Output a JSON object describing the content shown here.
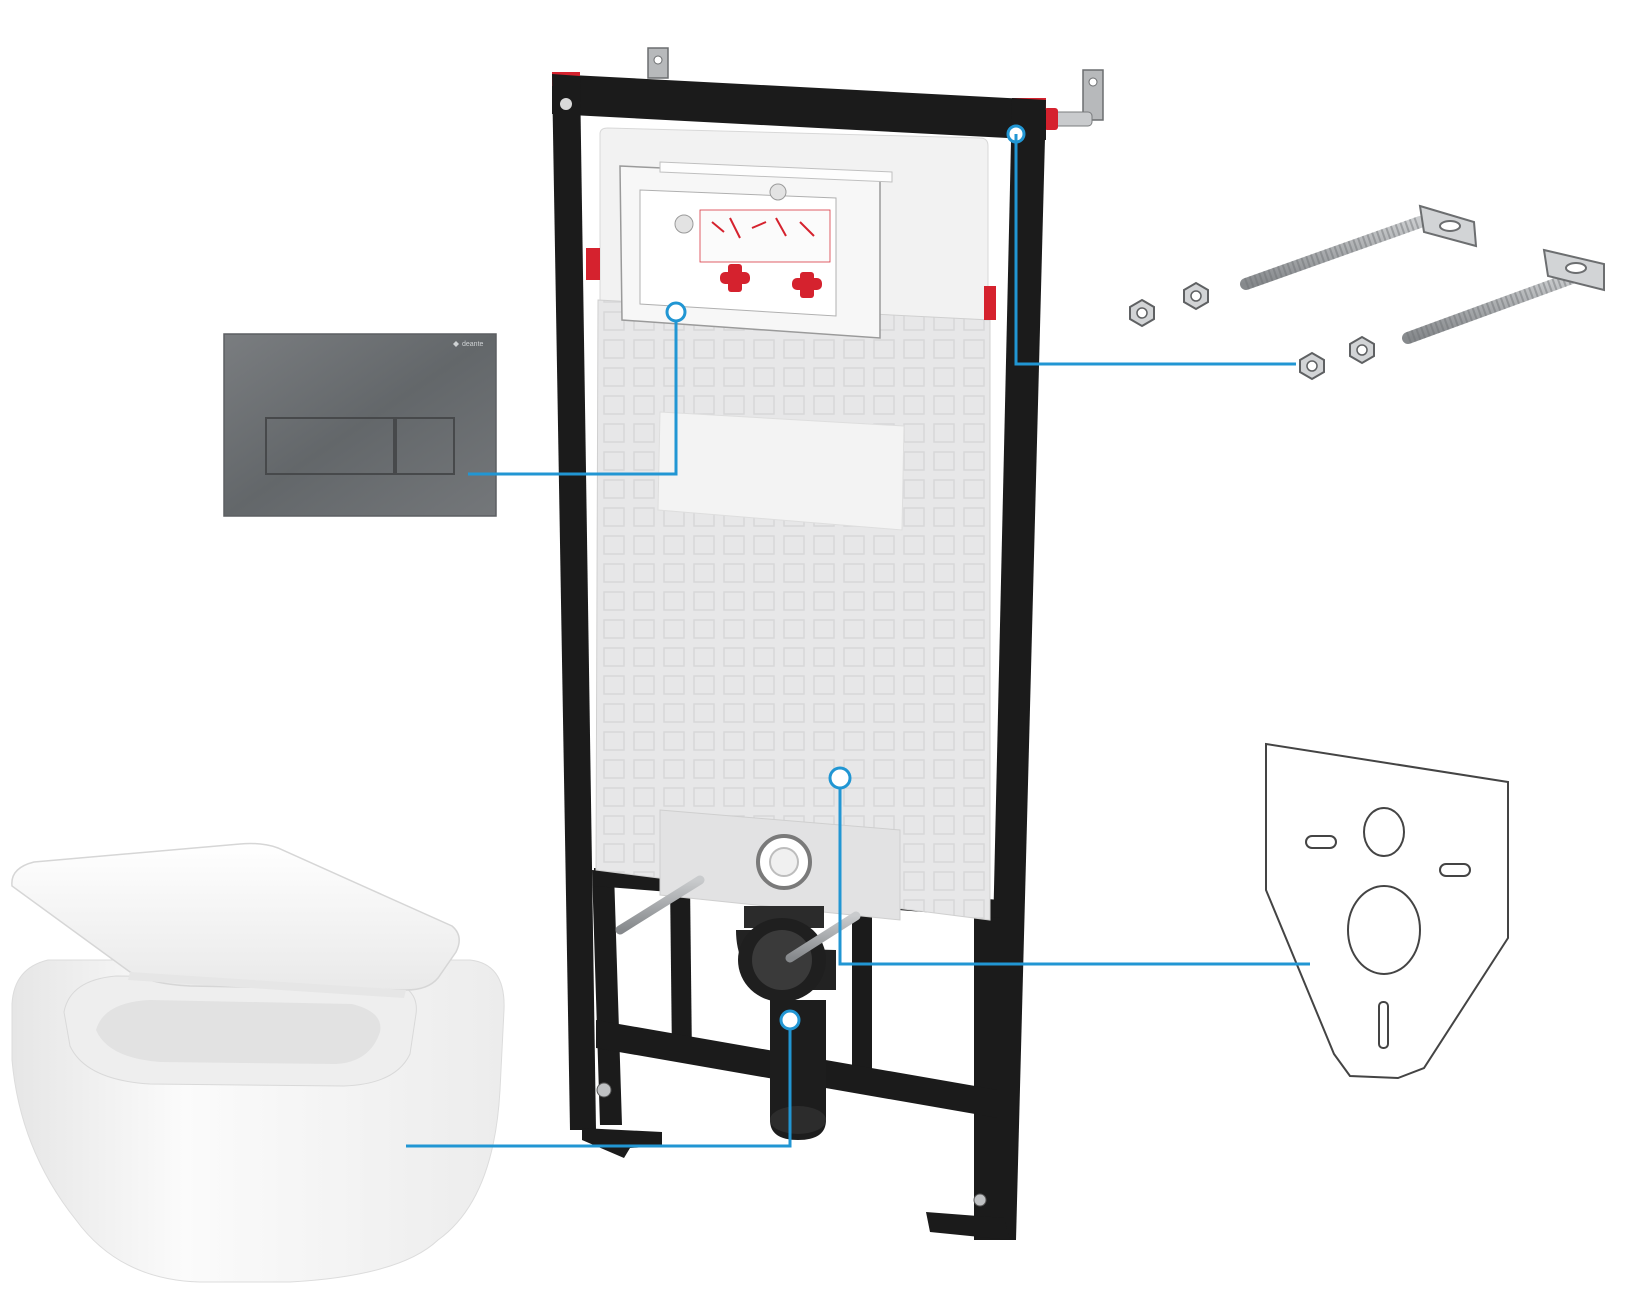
{
  "brand": {
    "logo_text": "deante"
  },
  "colors": {
    "background": "#ffffff",
    "frame": "#1b1b1b",
    "frame_edge": "#2e2e2e",
    "accent_red": "#d5222e",
    "tank_panel": "#e9e9ea",
    "tank_top": "#f4f4f4",
    "callout_line": "#2196d3",
    "flush_plate": "#6f7275",
    "ceramic": "#f7f7f7",
    "pad_outline": "#444444",
    "steel": "#a9abad"
  },
  "scene": {
    "components": [
      {
        "id": "installation-frame",
        "icon": "frame-icon"
      },
      {
        "id": "flush-plate",
        "icon": "flush-button-icon"
      },
      {
        "id": "mounting-bolts",
        "icon": "bolt-icon",
        "count": 2
      },
      {
        "id": "mounting-nuts",
        "icon": "nut-icon",
        "count": 4
      },
      {
        "id": "sound-insulation-pad",
        "icon": "pad-icon"
      },
      {
        "id": "wall-hung-toilet",
        "icon": "toilet-icon"
      }
    ]
  }
}
